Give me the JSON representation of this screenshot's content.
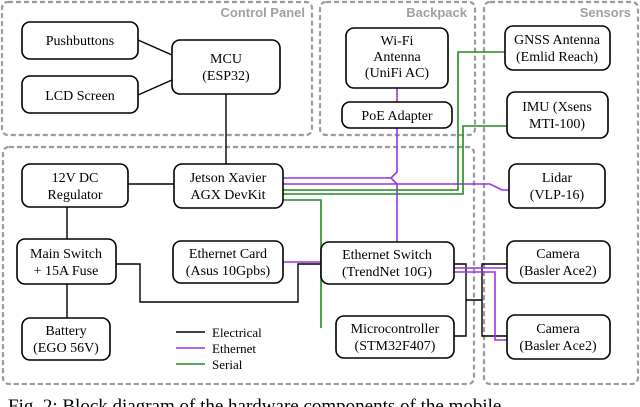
{
  "groups": {
    "control": "Control Panel",
    "backpack": "Backpack",
    "sensors": "Sensors"
  },
  "nodes": {
    "pushbuttons": [
      "Pushbuttons"
    ],
    "lcd": [
      "LCD Screen"
    ],
    "mcu": [
      "MCU",
      "(ESP32)"
    ],
    "wifi": [
      "Wi-Fi",
      "Antenna",
      "(UniFi AC)"
    ],
    "poe": [
      "PoE Adapter"
    ],
    "gnss": [
      "GNSS Antenna",
      "(Emlid Reach)"
    ],
    "imu": [
      "IMU (Xsens",
      "MTI-100)"
    ],
    "lidar": [
      "Lidar",
      "(VLP-16)"
    ],
    "regulator": [
      "12V DC",
      "Regulator"
    ],
    "jetson": [
      "Jetson Xavier",
      "AGX DevKit"
    ],
    "mainswitch": [
      "Main Switch",
      "+ 15A Fuse"
    ],
    "ethcard": [
      "Ethernet Card",
      "(Asus 10Gpbs)"
    ],
    "ethswitch": [
      "Ethernet Switch",
      "(TrendNet 10G)"
    ],
    "camera1": [
      "Camera",
      "(Basler Ace2)"
    ],
    "camera2": [
      "Camera",
      "(Basler Ace2)"
    ],
    "battery": [
      "Battery",
      "(EGO 56V)"
    ],
    "microcontroller": [
      "Microcontroller",
      "(STM32F407)"
    ]
  },
  "legend": {
    "electrical": "Electrical",
    "ethernet": "Ethernet",
    "serial": "Serial"
  },
  "colors": {
    "electrical": "#000000",
    "ethernet": "#9933e6",
    "serial": "#228b22",
    "group_border": "#9a9a9a"
  },
  "caption": "Fig. 2: Block diagram of the hardware components of the mobile"
}
